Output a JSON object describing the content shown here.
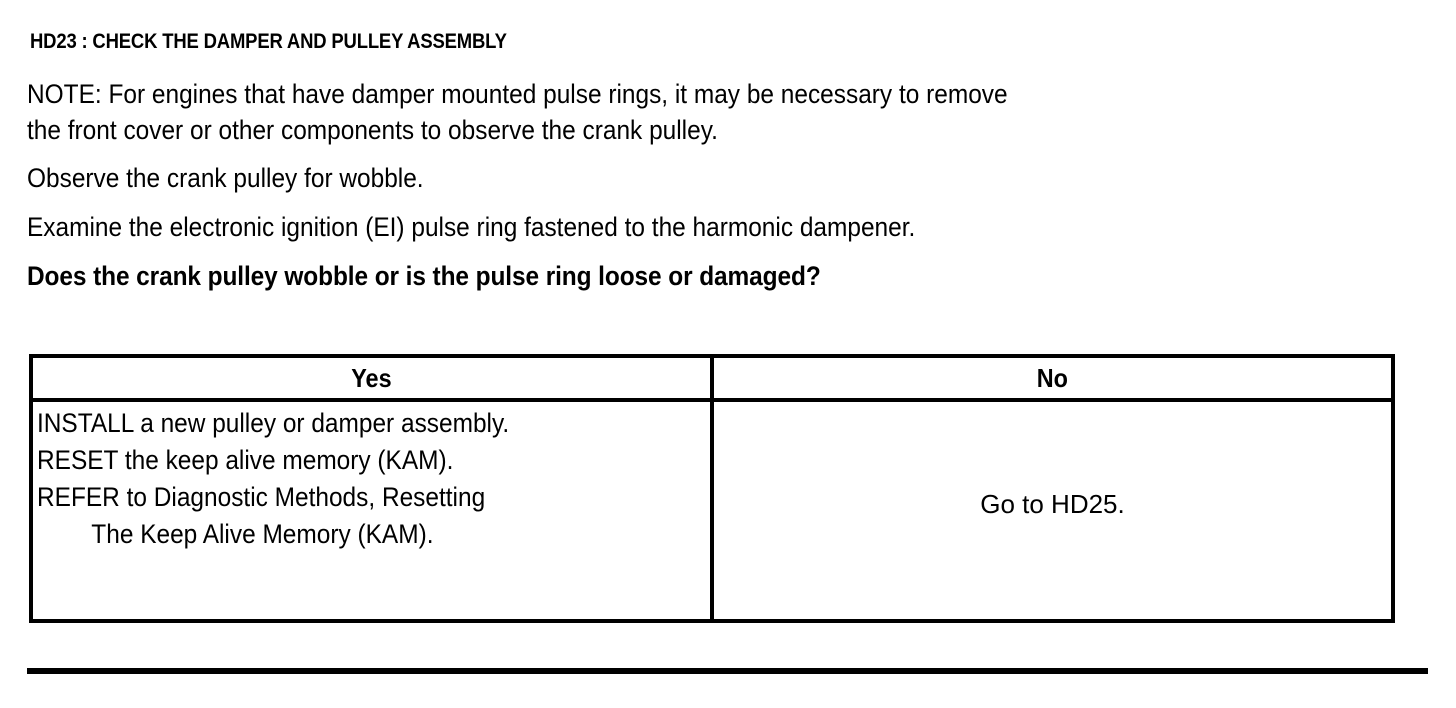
{
  "document": {
    "title": "HD23 : CHECK THE DAMPER AND PULLEY ASSEMBLY",
    "paragraphs": [
      "NOTE: For engines that have damper mounted pulse rings, it may be necessary to remove\nthe front cover or other components to observe the crank pulley.",
      "Observe the crank pulley for wobble.",
      "Examine the electronic ignition (EI) pulse ring fastened to the harmonic dampener."
    ],
    "question": "Does the crank pulley wobble or is the pulse ring loose or damaged?"
  },
  "decision_table": {
    "headers": {
      "yes": "Yes",
      "no": "No"
    },
    "yes_actions": [
      "INSTALL a new pulley or damper assembly.",
      "RESET the keep alive memory (KAM).",
      "REFER to Diagnostic Methods, Resetting",
      "The Keep Alive Memory (KAM)."
    ],
    "no_action": "Go to HD25."
  },
  "colors": {
    "ink": "#000000",
    "page": "#ffffff"
  }
}
